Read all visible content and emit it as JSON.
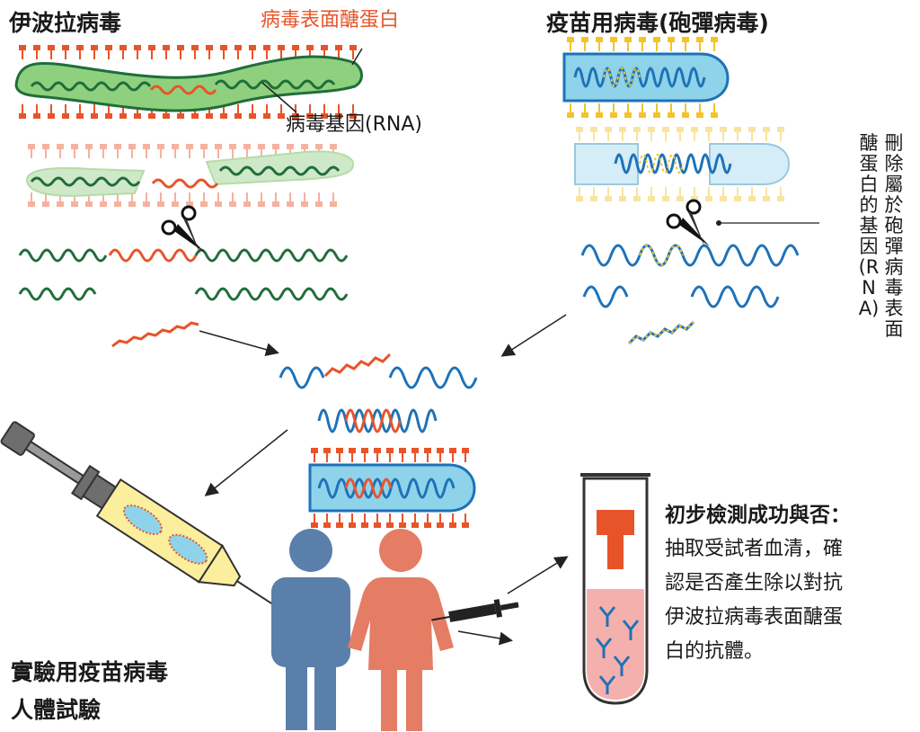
{
  "labels": {
    "ebola_title": "伊波拉病毒",
    "glycoprotein": "病毒表面醣蛋白",
    "viral_rna": "病毒基因(RNA)",
    "vaccine_title": "疫苗用病毒(砲彈病毒)",
    "delete_col1": "刪除屬於砲彈病毒表面",
    "delete_col2": "醣蛋白的基因(RNA)",
    "experiment_line1": "實驗用疫苗病毒",
    "experiment_line2": "人體試驗",
    "result_title": "初步檢測成功與否：",
    "result_line1": "抽取受試者血清，確",
    "result_line2": "認是否產生除以對抗",
    "result_line3": "伊波拉病毒表面醣蛋",
    "result_line4": "白的抗體。"
  },
  "colors": {
    "ebola_green": "#1f6e3a",
    "ebola_fill": "#8fd07f",
    "glyco_orange": "#e8542a",
    "vsv_blue": "#1e72b8",
    "vsv_fill": "#8fd3ea",
    "vsv_yellow": "#f2c42a",
    "male": "#5a7fab",
    "female": "#e47d63",
    "syringe_gray": "#6e6e6e"
  }
}
